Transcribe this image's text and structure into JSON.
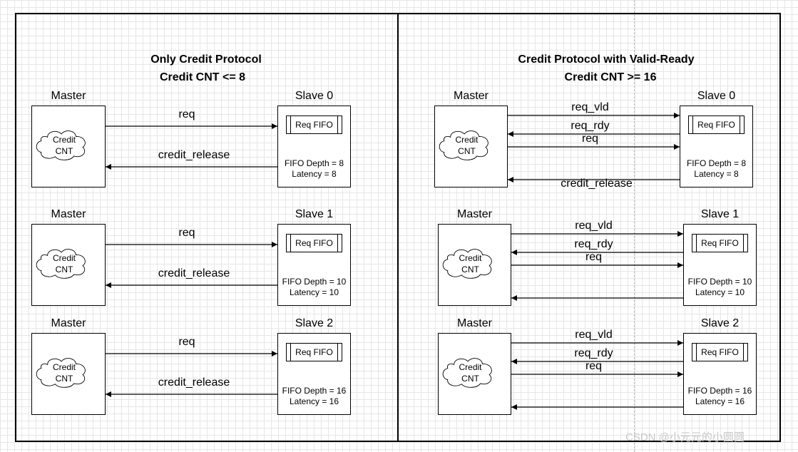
{
  "panels": {
    "left": {
      "title": "Only Credit Protocol",
      "subtitle": "Credit CNT <= 8",
      "rows": [
        {
          "master": "Master",
          "cloud": [
            "Credit",
            "CNT"
          ],
          "slave": "Slave 0",
          "fifo": "Req FIFO",
          "depth": "FIFO Depth = 8",
          "latency": "Latency = 8",
          "signals": [
            "req",
            "credit_release"
          ]
        },
        {
          "master": "Master",
          "cloud": [
            "Credit",
            "CNT"
          ],
          "slave": "Slave 1",
          "fifo": "Req FIFO",
          "depth": "FIFO Depth = 10",
          "latency": "Latency = 10",
          "signals": [
            "req",
            "credit_release"
          ]
        },
        {
          "master": "Master",
          "cloud": [
            "Credit",
            "CNT"
          ],
          "slave": "Slave 2",
          "fifo": "Req FIFO",
          "depth": "FIFO Depth = 16",
          "latency": "Latency = 16",
          "signals": [
            "req",
            "credit_release"
          ]
        }
      ]
    },
    "right": {
      "title": "Credit Protocol with Valid-Ready",
      "subtitle": "Credit CNT >= 16",
      "rows": [
        {
          "master": "Master",
          "cloud": [
            "Credit",
            "CNT"
          ],
          "slave": "Slave 0",
          "fifo": "Req FIFO",
          "depth": "FIFO Depth = 8",
          "latency": "Latency = 8",
          "signals": [
            "req_vld",
            "req_rdy",
            "req",
            "credit_release"
          ]
        },
        {
          "master": "Master",
          "cloud": [
            "Credit",
            "CNT"
          ],
          "slave": "Slave 1",
          "fifo": "Req FIFO",
          "depth": "FIFO Depth = 10",
          "latency": "Latency = 10",
          "signals": [
            "req_vld",
            "req_rdy",
            "req"
          ]
        },
        {
          "master": "Master",
          "cloud": [
            "Credit",
            "CNT"
          ],
          "slave": "Slave 2",
          "fifo": "Req FIFO",
          "depth": "FIFO Depth = 16",
          "latency": "Latency = 16",
          "signals": [
            "req_vld",
            "req_rdy",
            "req"
          ]
        }
      ]
    }
  },
  "watermark": "CSDN @小元元的小圆圆"
}
